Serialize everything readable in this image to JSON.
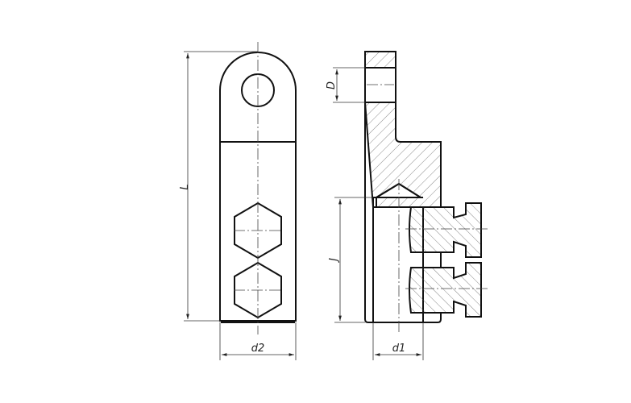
{
  "drawing": {
    "front_view": {
      "length_label": "L",
      "width_label": "d2"
    },
    "section_view": {
      "hole_label": "D",
      "depth_label": "J",
      "bore_label": "d1"
    }
  }
}
